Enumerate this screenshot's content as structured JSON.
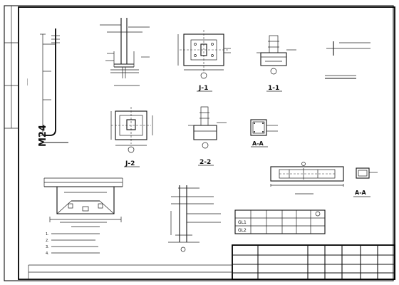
{
  "bolt": {
    "size": "M24"
  },
  "sections": {
    "j1": "J-1",
    "s11": "1-1",
    "j2": "J-2",
    "s22": "2-2",
    "aa1": "A-A",
    "aa2": "A-A"
  },
  "notes": [
    "1.",
    "2.",
    "3.",
    "4."
  ],
  "schedule": {
    "rows": [
      {
        "id": "GL1"
      },
      {
        "id": "GL2"
      }
    ]
  }
}
